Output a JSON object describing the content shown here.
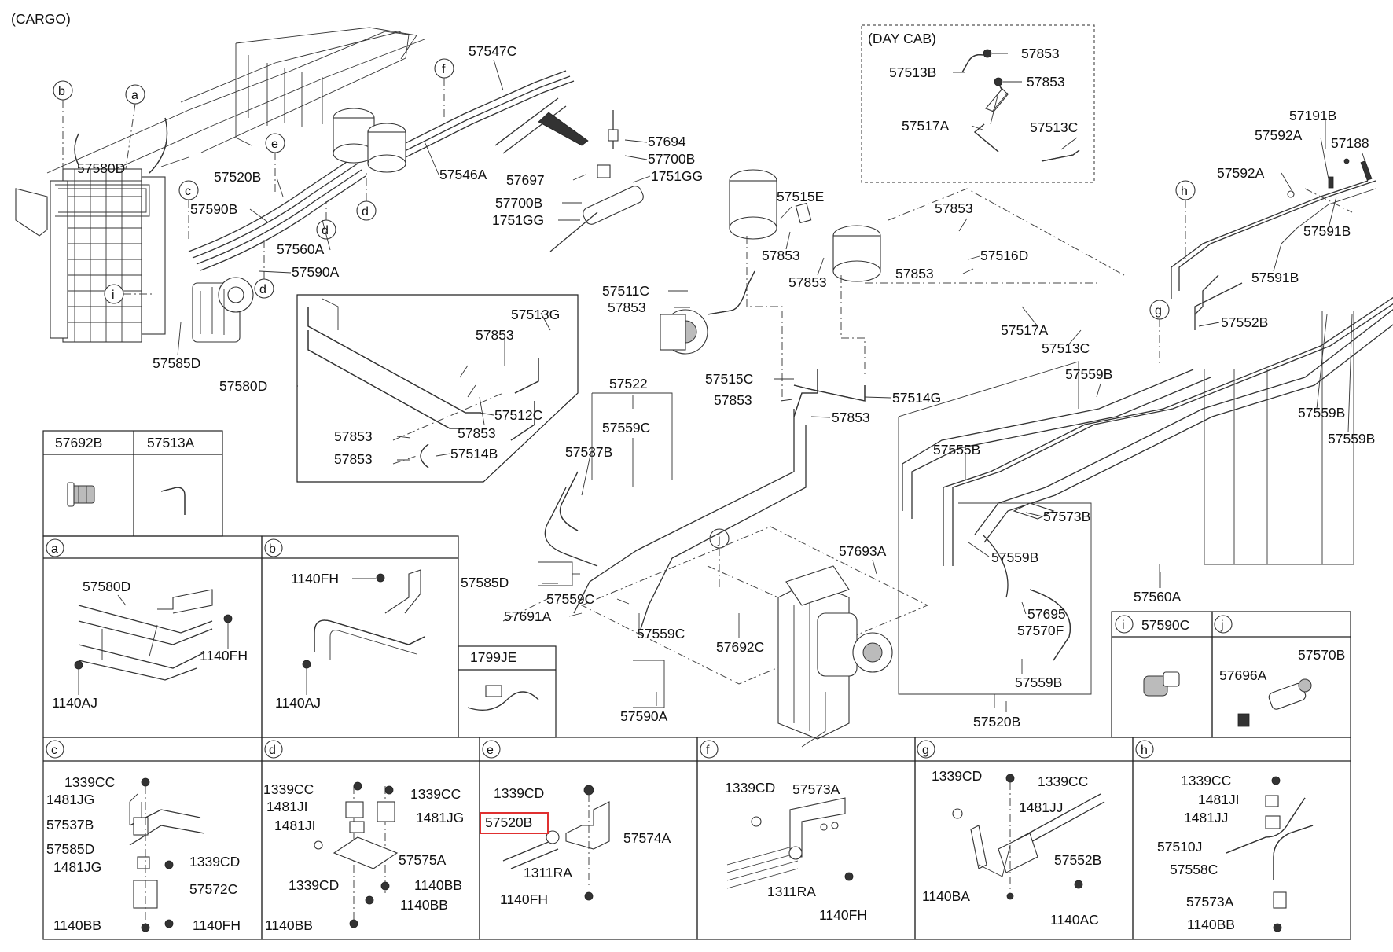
{
  "headings": {
    "cargo": "(CARGO)",
    "day_cab": "(DAY CAB)"
  },
  "day_cab_labels": [
    "57853",
    "57513B",
    "57853",
    "57517A",
    "57513C"
  ],
  "main_labels": [
    "57547C",
    "57580D",
    "57520B",
    "57590B",
    "57560A",
    "57590A",
    "57585D",
    "57546A",
    "57694",
    "57700B",
    "57697",
    "1751GG",
    "57700B",
    "1751GG",
    "57511C",
    "57853",
    "57515E",
    "57853",
    "57853",
    "57515C",
    "57853",
    "57514G",
    "57853",
    "57853",
    "57516D",
    "57853",
    "57517A",
    "57513C",
    "57191B",
    "57592A",
    "57188",
    "57592A",
    "57591B",
    "57591B",
    "57552B",
    "57559B",
    "57559B",
    "57559B",
    "57555B",
    "57573B",
    "57559B",
    "57560A",
    "57513G",
    "57853",
    "57580D",
    "57512C",
    "57853",
    "57853",
    "57853",
    "57514B",
    "57522",
    "57559C",
    "57537B",
    "57585D",
    "57559C",
    "57691A",
    "57559C",
    "57590A",
    "57692C",
    "57693A",
    "57695",
    "57570F",
    "57559B",
    "57520B"
  ],
  "markers": [
    "b",
    "a",
    "c",
    "e",
    "f",
    "d",
    "d",
    "d",
    "i",
    "h",
    "g",
    "j"
  ],
  "boxes": {
    "top_left": {
      "h1": "57692B",
      "h2": "57513A"
    },
    "a": {
      "letter": "a",
      "labels": [
        "57580D",
        "1140FH",
        "1140AJ"
      ]
    },
    "b": {
      "letter": "b",
      "labels": [
        "1140FH",
        "1140AJ"
      ]
    },
    "jx": {
      "header": "1799JE"
    },
    "c": {
      "letter": "c",
      "labels": [
        "1339CC",
        "1481JG",
        "57537B",
        "57585D",
        "1481JG",
        "1339CD",
        "57572C",
        "1140BB",
        "1140FH"
      ]
    },
    "d": {
      "letter": "d",
      "labels": [
        "1339CC",
        "1339CC",
        "1481JI",
        "1481JG",
        "1481JI",
        "57575A",
        "1339CD",
        "1140BB",
        "1140BB",
        "1140BB"
      ]
    },
    "e": {
      "letter": "e",
      "labels": [
        "1339CD",
        "57520B",
        "57574A",
        "1311RA",
        "1140FH"
      ]
    },
    "f": {
      "letter": "f",
      "labels": [
        "1339CD",
        "57573A",
        "1311RA",
        "1140FH"
      ]
    },
    "g": {
      "letter": "g",
      "labels": [
        "1339CD",
        "1339CC",
        "1481JJ",
        "57552B",
        "1140BA",
        "1140AC"
      ]
    },
    "h": {
      "letter": "h",
      "labels": [
        "1339CC",
        "1481JI",
        "1481JJ",
        "57510J",
        "57558C",
        "57573A",
        "1140BB"
      ]
    },
    "i": {
      "letter": "i",
      "header": "57590C"
    },
    "j": {
      "letter": "j",
      "labels": [
        "57570B",
        "57696A"
      ]
    }
  }
}
